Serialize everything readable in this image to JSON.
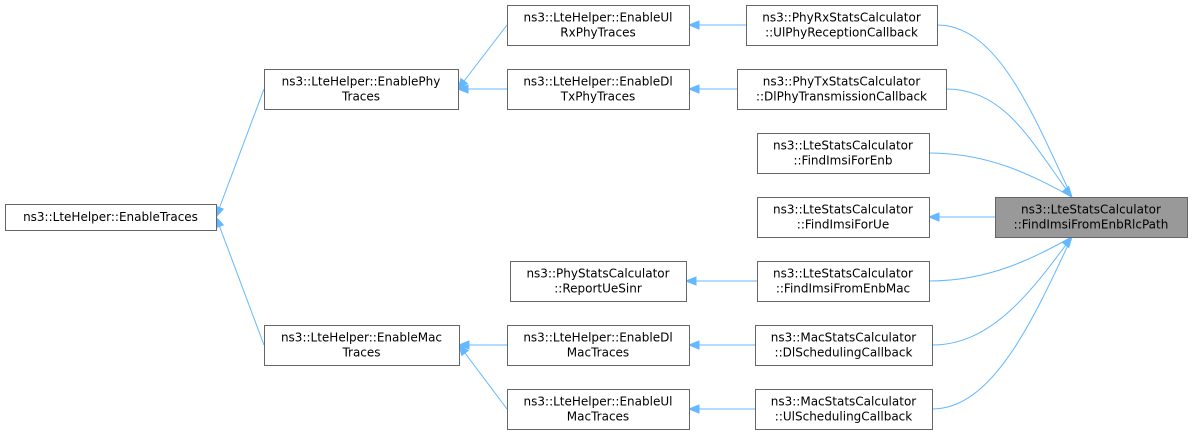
{
  "graph": {
    "focus_node": "ns3::LteStatsCalculator::FindImsiFromEnbRlcPath",
    "nodes": {
      "enable_traces": [
        "ns3::LteHelper::EnableTraces"
      ],
      "enable_phy_traces": [
        "ns3::LteHelper::EnablePhy",
        "Traces"
      ],
      "enable_mac_traces": [
        "ns3::LteHelper::EnableMac",
        "Traces"
      ],
      "enable_ul_rx_phy": [
        "ns3::LteHelper::EnableUl",
        "RxPhyTraces"
      ],
      "enable_dl_tx_phy": [
        "ns3::LteHelper::EnableDl",
        "TxPhyTraces"
      ],
      "report_ue_sinr": [
        "ns3::PhyStatsCalculator",
        "::ReportUeSinr"
      ],
      "enable_dl_mac": [
        "ns3::LteHelper::EnableDl",
        "MacTraces"
      ],
      "enable_ul_mac": [
        "ns3::LteHelper::EnableUl",
        "MacTraces"
      ],
      "ul_phy_reception": [
        "ns3::PhyRxStatsCalculator",
        "::UlPhyReceptionCallback"
      ],
      "dl_phy_transmission": [
        "ns3::PhyTxStatsCalculator",
        "::DlPhyTransmissionCallback"
      ],
      "find_imsi_for_enb": [
        "ns3::LteStatsCalculator",
        "::FindImsiForEnb"
      ],
      "find_imsi_for_ue": [
        "ns3::LteStatsCalculator",
        "::FindImsiForUe"
      ],
      "find_imsi_from_enb_mac": [
        "ns3::LteStatsCalculator",
        "::FindImsiFromEnbMac"
      ],
      "dl_scheduling": [
        "ns3::MacStatsCalculator",
        "::DlSchedulingCallback"
      ],
      "ul_scheduling": [
        "ns3::MacStatsCalculator",
        "::UlSchedulingCallback"
      ],
      "find_imsi_from_enb_rlc_path": [
        "ns3::LteStatsCalculator",
        "::FindImsiFromEnbRlcPath"
      ]
    },
    "edges": [
      [
        "enable_traces",
        "enable_phy_traces"
      ],
      [
        "enable_traces",
        "enable_mac_traces"
      ],
      [
        "enable_phy_traces",
        "enable_ul_rx_phy"
      ],
      [
        "enable_phy_traces",
        "enable_dl_tx_phy"
      ],
      [
        "enable_mac_traces",
        "enable_dl_mac"
      ],
      [
        "enable_mac_traces",
        "enable_ul_mac"
      ],
      [
        "enable_ul_rx_phy",
        "ul_phy_reception"
      ],
      [
        "enable_dl_tx_phy",
        "dl_phy_transmission"
      ],
      [
        "report_ue_sinr",
        "find_imsi_from_enb_mac"
      ],
      [
        "enable_dl_mac",
        "dl_scheduling"
      ],
      [
        "enable_ul_mac",
        "ul_scheduling"
      ],
      [
        "ul_phy_reception",
        "find_imsi_from_enb_rlc_path"
      ],
      [
        "dl_phy_transmission",
        "find_imsi_from_enb_rlc_path"
      ],
      [
        "find_imsi_for_enb",
        "find_imsi_from_enb_rlc_path"
      ],
      [
        "find_imsi_for_ue",
        "find_imsi_from_enb_rlc_path"
      ],
      [
        "find_imsi_from_enb_mac",
        "find_imsi_from_enb_rlc_path"
      ],
      [
        "dl_scheduling",
        "find_imsi_from_enb_rlc_path"
      ],
      [
        "ul_scheduling",
        "find_imsi_from_enb_rlc_path"
      ]
    ]
  },
  "colors": {
    "edge": "#63b8ff",
    "node_border": "#666666",
    "focus_fill": "#999999"
  }
}
